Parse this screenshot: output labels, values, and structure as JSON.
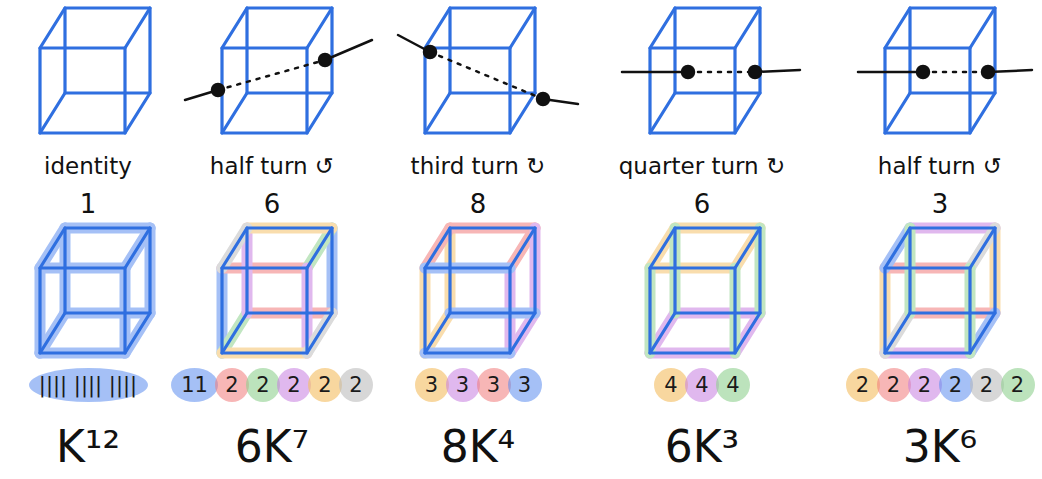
{
  "diagram": {
    "nodes": [
      {
        "text": [
          "|||| |||| ||||"
        ]
      },
      {
        "text": [
          "11"
        ]
      },
      {
        "text": [
          "2"
        ]
      },
      {
        "text": [
          "2"
        ]
      },
      {
        "text": [
          "2"
        ]
      },
      {
        "text": [
          "2"
        ]
      },
      {
        "text": [
          "2"
        ]
      },
      {
        "text": [
          "3"
        ]
      },
      {
        "text": [
          "3"
        ]
      },
      {
        "text": [
          "3"
        ]
      },
      {
        "text": [
          "3"
        ]
      },
      {
        "text": [
          "4"
        ]
      },
      {
        "text": [
          "4"
        ]
      },
      {
        "text": [
          "4"
        ]
      },
      {
        "text": [
          "2"
        ]
      },
      {
        "text": [
          "2"
        ]
      },
      {
        "text": [
          "2"
        ]
      },
      {
        "text": [
          "2"
        ]
      },
      {
        "text": [
          "2"
        ]
      },
      {
        "text": [
          "2"
        ]
      }
    ],
    "labels": [
      "identity",
      "half turn ↺",
      "third turn ↻",
      "quarter turn ↻",
      "half turn ↺",
      "1",
      "6",
      "8",
      "6",
      "3",
      "K¹²",
      "6K⁷",
      "8K⁴",
      "6K³",
      "3K⁶"
    ]
  }
}
